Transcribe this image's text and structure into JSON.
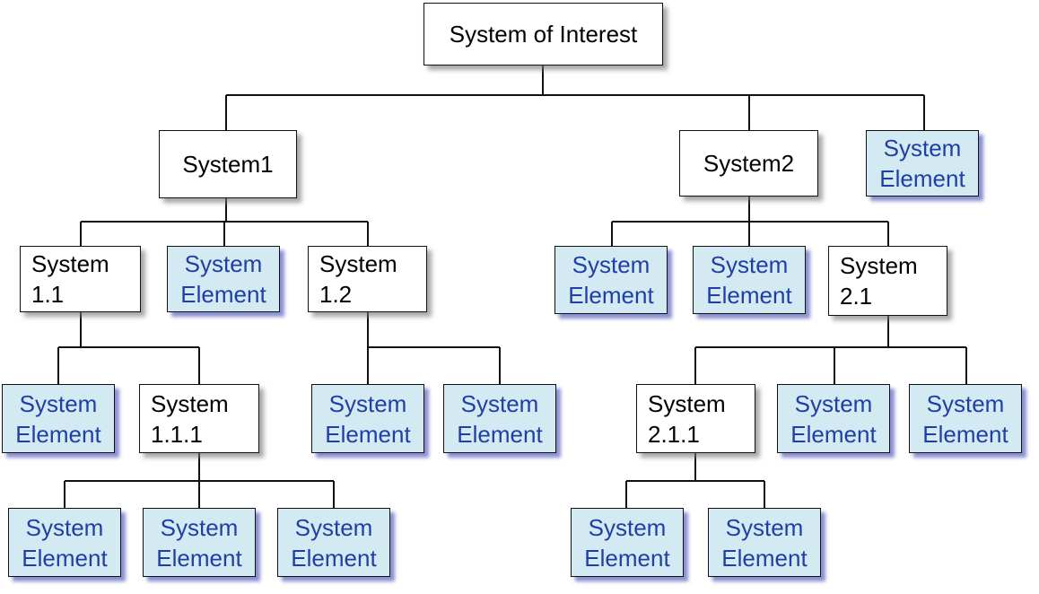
{
  "diagram": {
    "root": "System of Interest",
    "level1": [
      "System1",
      "System2",
      "System Element"
    ],
    "level2": [
      "System 1.1",
      "System Element",
      "System 1.2",
      "System Element",
      "System Element",
      "System 2.1"
    ],
    "level3": [
      "System Element",
      "System 1.1.1",
      "System Element",
      "System Element",
      "System 2.1.1",
      "System Element",
      "System Element"
    ],
    "level4": [
      "System Element",
      "System Element",
      "System Element",
      "System Element",
      "System Element"
    ],
    "colors": {
      "system_fill": "#ffffff",
      "element_fill": "#d3eaf2",
      "element_text": "#1f3fa6",
      "line": "#111111"
    }
  }
}
